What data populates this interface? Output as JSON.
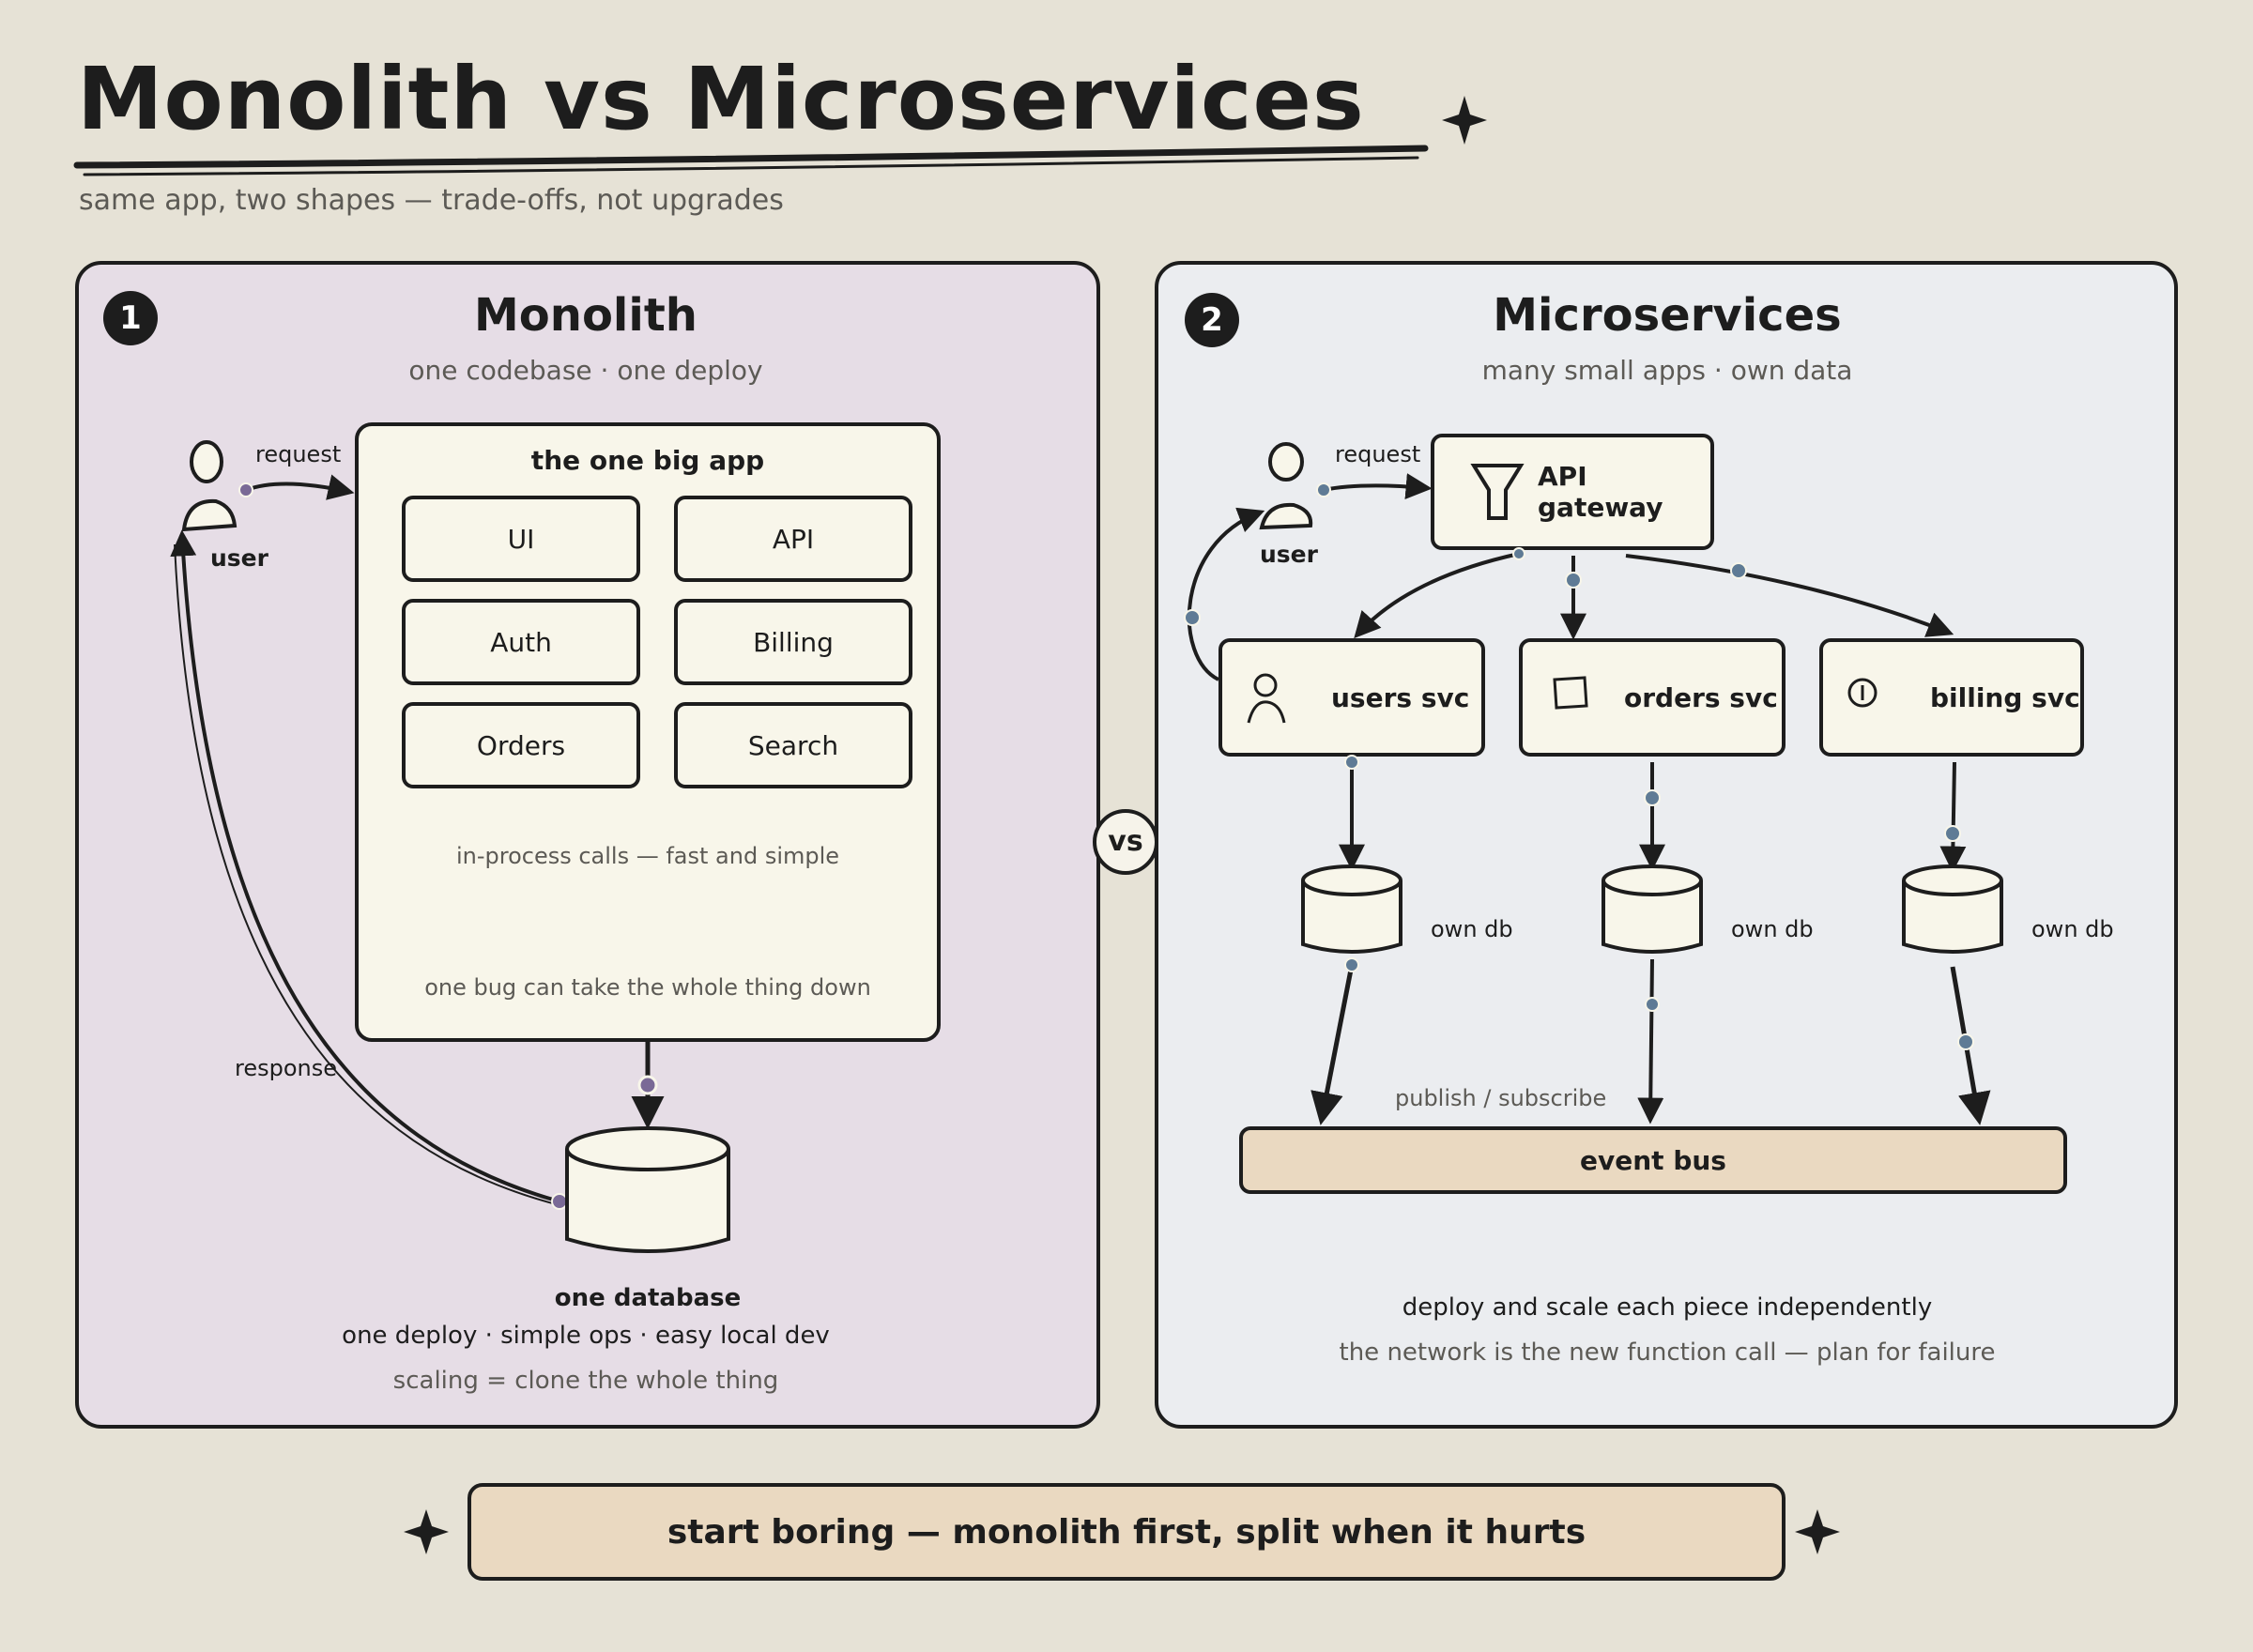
{
  "title": "Monolith vs Microservices",
  "subtitle": "same app, two shapes — trade-offs, not upgrades",
  "vs_label": "vs",
  "monolith": {
    "badge": "1",
    "title": "Monolith",
    "subtitle": "one codebase · one deploy",
    "user_label": "user",
    "request_label": "request",
    "response_label": "response",
    "app_title": "the one big app",
    "modules": [
      "UI",
      "API",
      "Auth",
      "Billing",
      "Orders",
      "Search"
    ],
    "note_calls": "in-process calls — fast and simple",
    "note_bug": "one bug can take the whole thing down",
    "db_label": "one database",
    "summary": "one deploy · simple ops · easy local dev",
    "scaling": "scaling = clone the whole thing"
  },
  "microservices": {
    "badge": "2",
    "title": "Microservices",
    "subtitle": "many small apps · own data",
    "user_label": "user",
    "request_label": "request",
    "gateway_label": "API gateway",
    "services": [
      {
        "label": "users svc",
        "icon": "user-icon"
      },
      {
        "label": "orders svc",
        "icon": "box-icon"
      },
      {
        "label": "billing svc",
        "icon": "info-icon"
      }
    ],
    "db_labels": [
      "own db",
      "own db",
      "own db"
    ],
    "pubsub_label": "publish / subscribe",
    "event_bus_label": "event bus",
    "summary": "deploy and scale each piece independently",
    "warning": "the network is the new function call — plan for failure"
  },
  "banner": "start boring — monolith first, split when it hurts",
  "colors": {
    "background": "#e6e2d6",
    "monolith_panel": "#e6dde6",
    "micro_panel": "#ebedf0",
    "box_fill": "#f8f6ea",
    "accent_tan": "#ead9c1",
    "dot_purple": "#7a6a96",
    "dot_blue": "#5f7b95"
  }
}
